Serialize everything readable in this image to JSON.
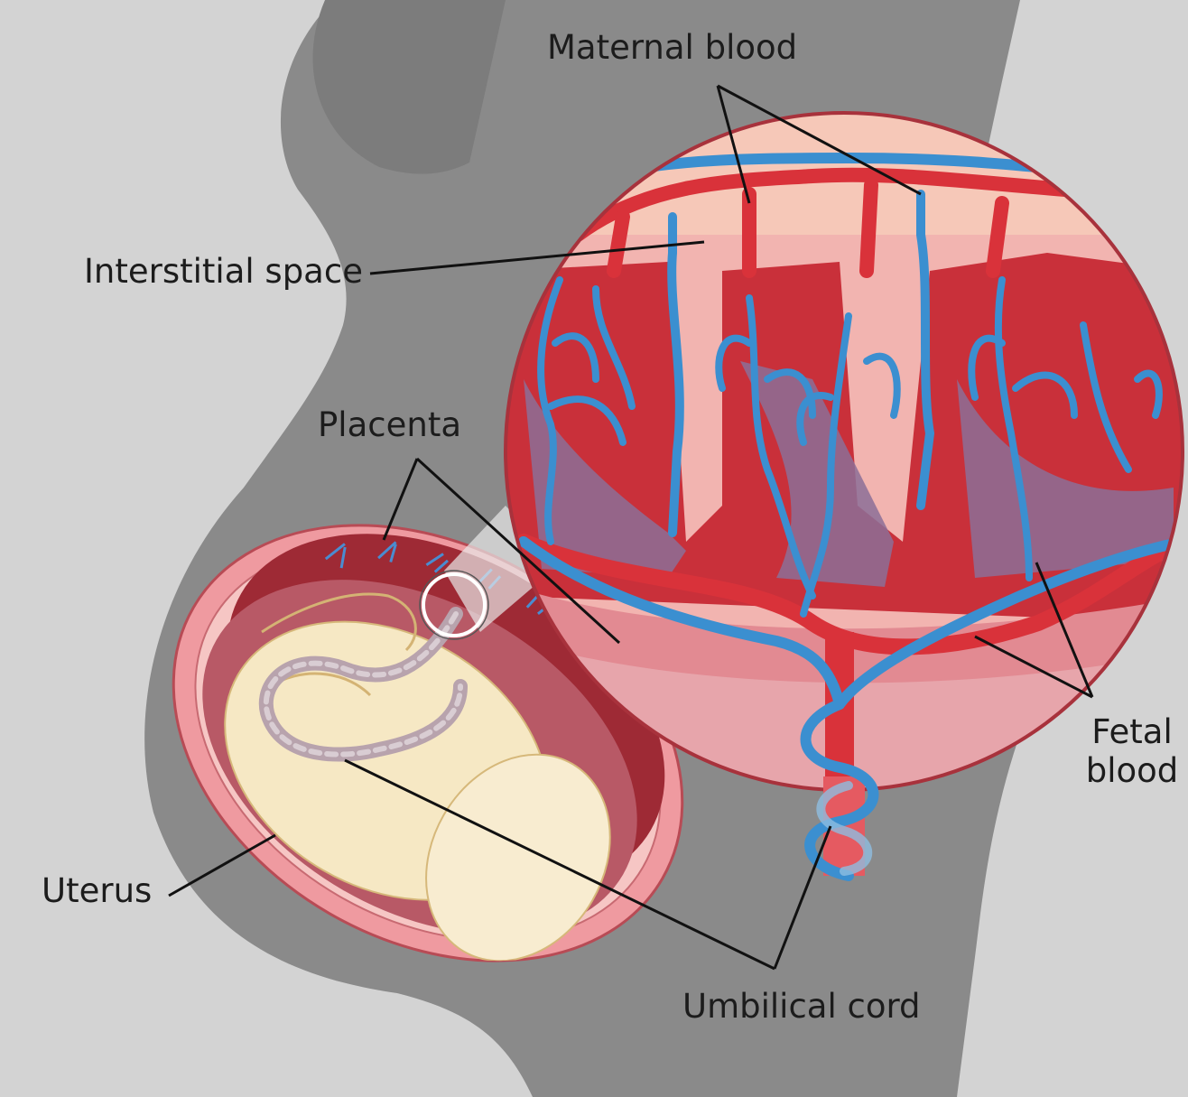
{
  "labels": {
    "maternal_blood": "Maternal blood",
    "interstitial_space": "Interstitial space",
    "placenta": "Placenta",
    "fetal_blood_line1": "Fetal",
    "fetal_blood_line2": "blood",
    "uterus": "Uterus",
    "umbilical_cord": "Umbilical cord"
  },
  "colors": {
    "background": "#d3d3d3",
    "body_silhouette": "#8a8a8a",
    "uterus_wall": "#ef9aa0",
    "placenta_tissue": "#9e2a35",
    "fetus_skin": "#f6e8c4",
    "maternal_vessel": "#d9323a",
    "fetal_vessel": "#3b8fd0",
    "magnifier_fill": "#f2b4b0",
    "villus_space": "#8c6e98",
    "leader_line": "#111111"
  }
}
